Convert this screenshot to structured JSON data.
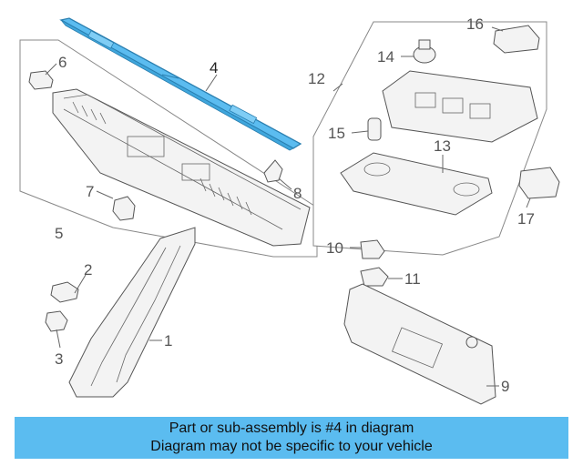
{
  "diagram": {
    "callouts": {
      "c1": "1",
      "c2": "2",
      "c3": "3",
      "c4": "4",
      "c5": "5",
      "c6": "6",
      "c7": "7",
      "c8": "8",
      "c9": "9",
      "c10": "10",
      "c11": "11",
      "c12": "12",
      "c13": "13",
      "c14": "14",
      "c15": "15",
      "c16": "16",
      "c17": "17"
    },
    "highlighted_part": "4",
    "highlight_color": "#5bbcf0"
  },
  "banner": {
    "line1": "Part or sub-assembly is #4 in diagram",
    "line2": "Diagram may not be specific to your vehicle",
    "background": "#5bbcf0"
  }
}
